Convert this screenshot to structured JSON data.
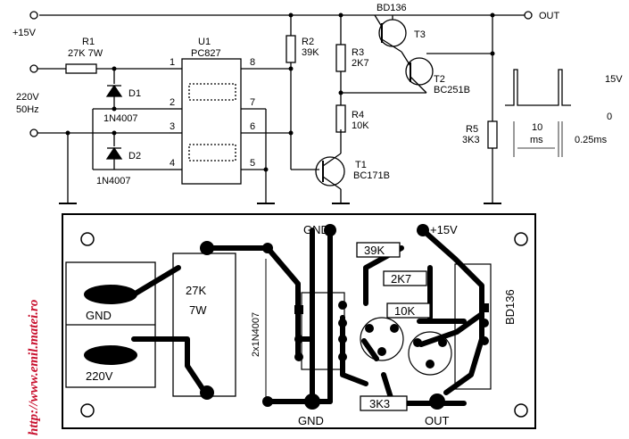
{
  "schematic": {
    "supply_label": "+15V",
    "out_label": "OUT",
    "input_label_voltage": "220V",
    "input_label_freq": "50Hz",
    "r1": {
      "name": "R1",
      "value": "27K 7W"
    },
    "d1": {
      "name": "D1",
      "type": "1N4007"
    },
    "d2": {
      "name": "D2",
      "type": "1N4007"
    },
    "u1": {
      "name": "U1",
      "type": "PC827",
      "pins": [
        "1",
        "2",
        "3",
        "4",
        "8",
        "7",
        "6",
        "5"
      ]
    },
    "r2": {
      "name": "R2",
      "value": "39K"
    },
    "r3": {
      "name": "R3",
      "value": "2K7"
    },
    "r4": {
      "name": "R4",
      "value": "10K"
    },
    "r5": {
      "name": "R5",
      "value": "3K3"
    },
    "t1": {
      "name": "T1",
      "type": "BC171B"
    },
    "t2": {
      "name": "T2",
      "type": "BC251B"
    },
    "t3": {
      "name": "T3",
      "type": "BD136"
    },
    "waveform": {
      "high": "15V",
      "low": "0",
      "period": "10",
      "period_unit": "ms",
      "pulse": "0.25ms"
    }
  },
  "pcb": {
    "gnd_top": "GND",
    "supply": "+15V",
    "r2": "39K",
    "r3": "2K7",
    "r4": "10K",
    "r5": "3K3",
    "r1_value": "27K",
    "r1_power": "7W",
    "diodes": "2x1N4007",
    "t3": "BD136",
    "pad_gnd": "GND",
    "pad_220": "220V",
    "gnd_bottom": "GND",
    "out": "OUT"
  },
  "watermark": "http://www.emil.matei.ro"
}
